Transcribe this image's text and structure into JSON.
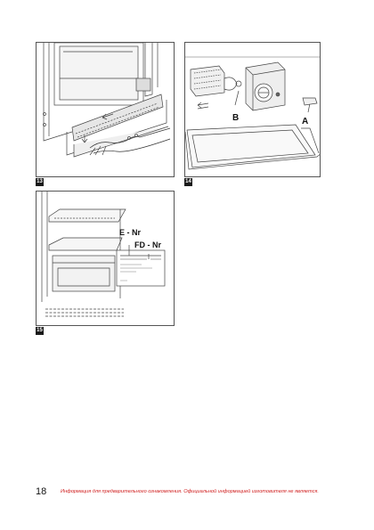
{
  "figures": [
    {
      "number": "13",
      "labels": []
    },
    {
      "number": "14",
      "labels": [
        "B",
        "A"
      ]
    },
    {
      "number": "15",
      "labels": [
        "E - Nr",
        "FD - Nr"
      ]
    }
  ],
  "footer": {
    "page_number": "18",
    "disclaimer": "Информация для предварительного ознакомления. Официальной информацией изготовителя не является.",
    "disclaimer_color": "#d02020"
  }
}
